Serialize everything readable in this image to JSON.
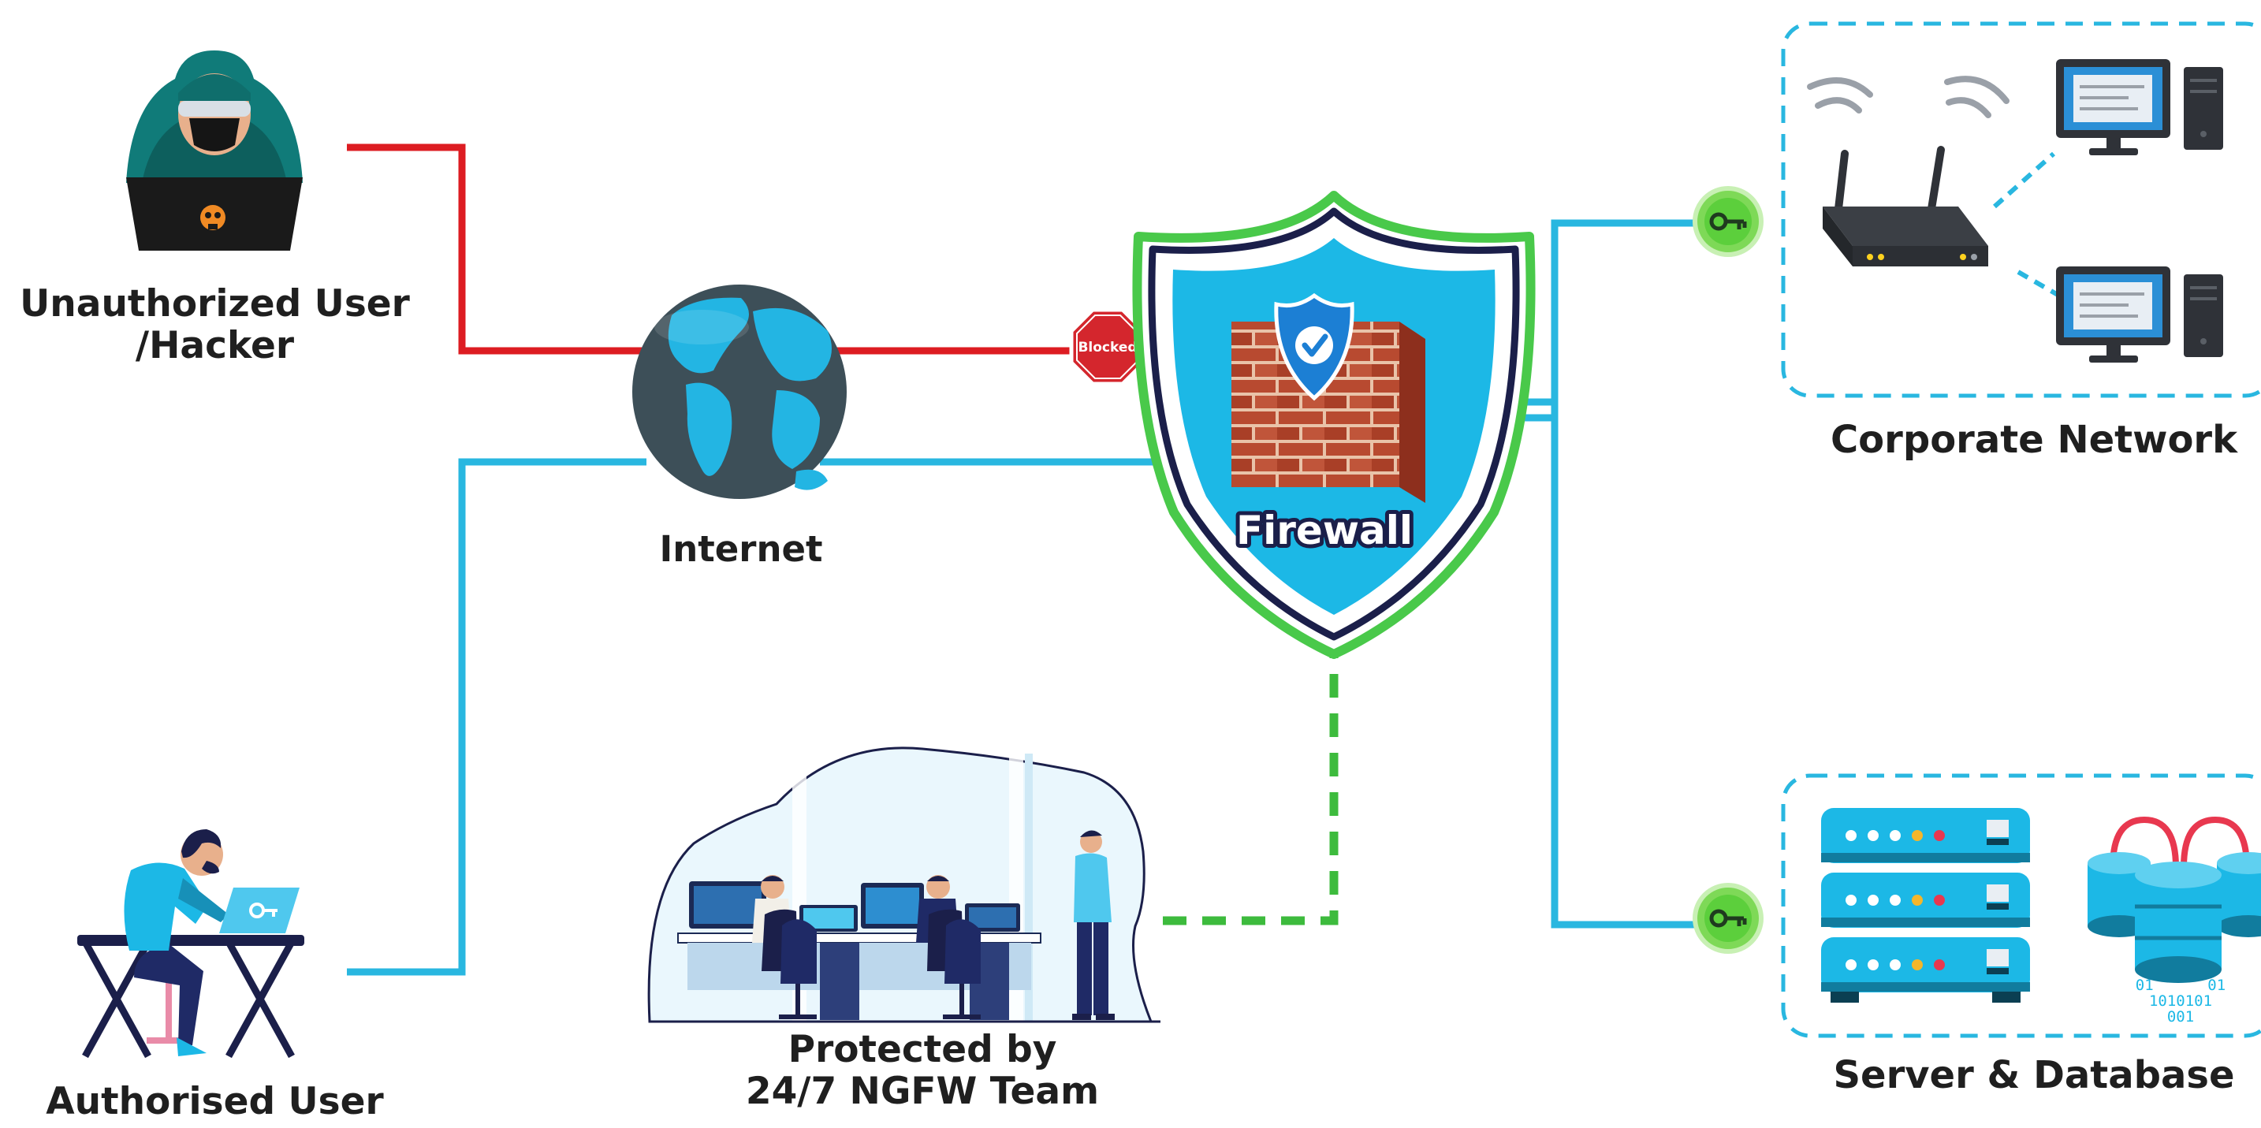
{
  "nodes": {
    "hacker": {
      "label_line1": "Unauthorized User",
      "label_line2": "/Hacker"
    },
    "internet": {
      "label": "Internet"
    },
    "firewall": {
      "label": "Firewall",
      "blocked_badge": "Blocked"
    },
    "corporate": {
      "label": "Corporate Network"
    },
    "server": {
      "label": "Server & Database",
      "binary_line1": "01      01",
      "binary_line2": "1010101",
      "binary_line3": "001"
    },
    "user": {
      "label": "Authorised User"
    },
    "team": {
      "label_line1": "Protected by",
      "label_line2": "24/7 NGFW Team"
    }
  },
  "colors": {
    "blocked_path": "#dd1c22",
    "allowed_path": "#29b7e0",
    "monitor_path": "#3dbb3d",
    "shield_fill": "#1cb8e6",
    "shield_outline": "#1b1f4a",
    "shield_glow": "#49c94a",
    "globe_land": "#23b5e3",
    "globe_water": "#3d4f58",
    "key_badge": "#7ed957",
    "dashed_box": "#29b7e0",
    "label_text": "#1f1f1f"
  },
  "icons": [
    "hacker-icon",
    "globe-icon",
    "blocked-stop-icon",
    "firewall-shield-icon",
    "brick-wall-icon",
    "check-shield-icon",
    "router-icon",
    "computer-icon",
    "key-icon",
    "server-rack-icon",
    "database-icon",
    "user-laptop-icon",
    "operations-team-icon"
  ]
}
